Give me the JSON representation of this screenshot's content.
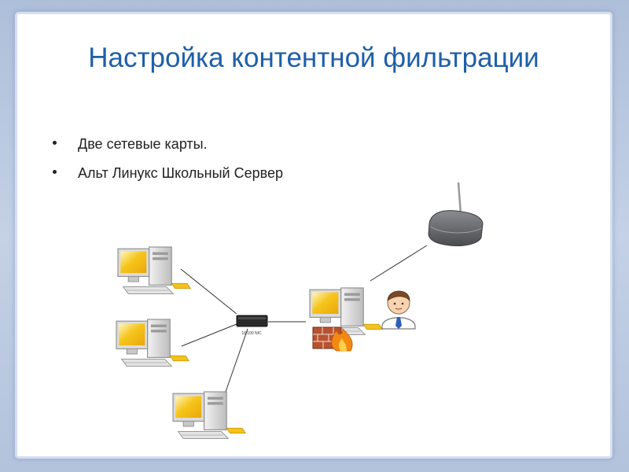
{
  "slide": {
    "title": "Настройка контентной фильтрации",
    "bullets": [
      {
        "text": "Две сетевые карты."
      },
      {
        "text": "Альт Линукс Школьный Сервер"
      }
    ]
  },
  "diagram": {
    "switch_label": "10/100 NIC",
    "colors": {
      "title": "#1f5fa8",
      "frame": "#b8c8e0",
      "screen": "#f4c21a",
      "case": "#d8d8d8",
      "firewall": "#b9532f",
      "flame": "#f28a12"
    },
    "nodes": [
      "client-pc-1",
      "client-pc-2",
      "client-pc-3",
      "switch",
      "server-pc",
      "firewall",
      "admin-user",
      "router"
    ],
    "links": [
      [
        "client-pc-1",
        "switch"
      ],
      [
        "client-pc-2",
        "switch"
      ],
      [
        "client-pc-3",
        "switch"
      ],
      [
        "switch",
        "server-pc"
      ],
      [
        "server-pc",
        "router"
      ]
    ]
  }
}
